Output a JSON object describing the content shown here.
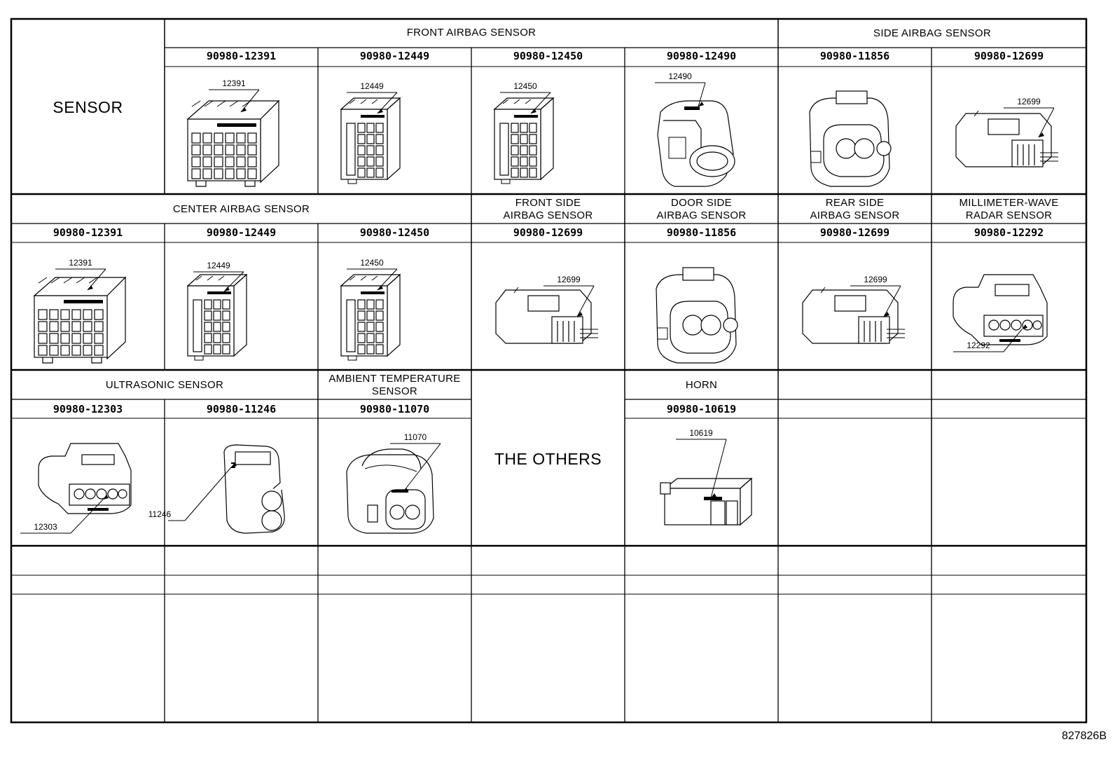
{
  "sensor_label": "SENSOR",
  "others_label": "THE OTHERS",
  "footer_code": "827826B",
  "groups": {
    "front_airbag": "FRONT AIRBAG SENSOR",
    "side_airbag": "SIDE AIRBAG SENSOR",
    "center_airbag": "CENTER AIRBAG SENSOR",
    "front_side_1": "FRONT SIDE",
    "front_side_2": "AIRBAG SENSOR",
    "door_side_1": "DOOR SIDE",
    "door_side_2": "AIRBAG SENSOR",
    "rear_side_1": "REAR SIDE",
    "rear_side_2": "AIRBAG SENSOR",
    "mmwave_1": "MILLIMETER-WAVE",
    "mmwave_2": "RADAR SENSOR",
    "ultrasonic": "ULTRASONIC SENSOR",
    "ambient_1": "AMBIENT TEMPERATURE",
    "ambient_2": "SENSOR",
    "horn": "HORN"
  },
  "row1": {
    "part_numbers": [
      "90980-12391",
      "90980-12449",
      "90980-12450",
      "90980-12490",
      "90980-11856",
      "90980-12699"
    ],
    "labels": [
      "12391",
      "12449",
      "12450",
      "12490",
      "",
      "12699"
    ],
    "icons": [
      "connector-24pin-icon",
      "connector-16pin-icon",
      "connector-16pin-icon",
      "connector-oval-2pin-icon",
      "connector-2pin-round-icon",
      "connector-4pin-flat-icon"
    ]
  },
  "row2": {
    "part_numbers": [
      "90980-12391",
      "90980-12449",
      "90980-12450",
      "90980-12699",
      "90980-11856",
      "90980-12699",
      "90980-12292"
    ],
    "labels": [
      "12391",
      "12449",
      "12450",
      "12699",
      "",
      "12699",
      "12292"
    ],
    "icons": [
      "connector-24pin-icon",
      "connector-16pin-icon",
      "connector-16pin-icon",
      "connector-4pin-flat-icon",
      "connector-2pin-round-icon",
      "connector-4pin-flat-icon",
      "connector-6pin-radar-icon"
    ]
  },
  "row3": {
    "part_numbers": [
      "90980-12303",
      "90980-11246",
      "90980-11070",
      "90980-10619"
    ],
    "labels": [
      "12303",
      "11246",
      "11070",
      "10619"
    ],
    "icons": [
      "connector-6pin-ultrasonic-icon",
      "connector-2pin-angled-icon",
      "connector-2pin-ambient-icon",
      "connector-1pin-horn-icon"
    ]
  }
}
